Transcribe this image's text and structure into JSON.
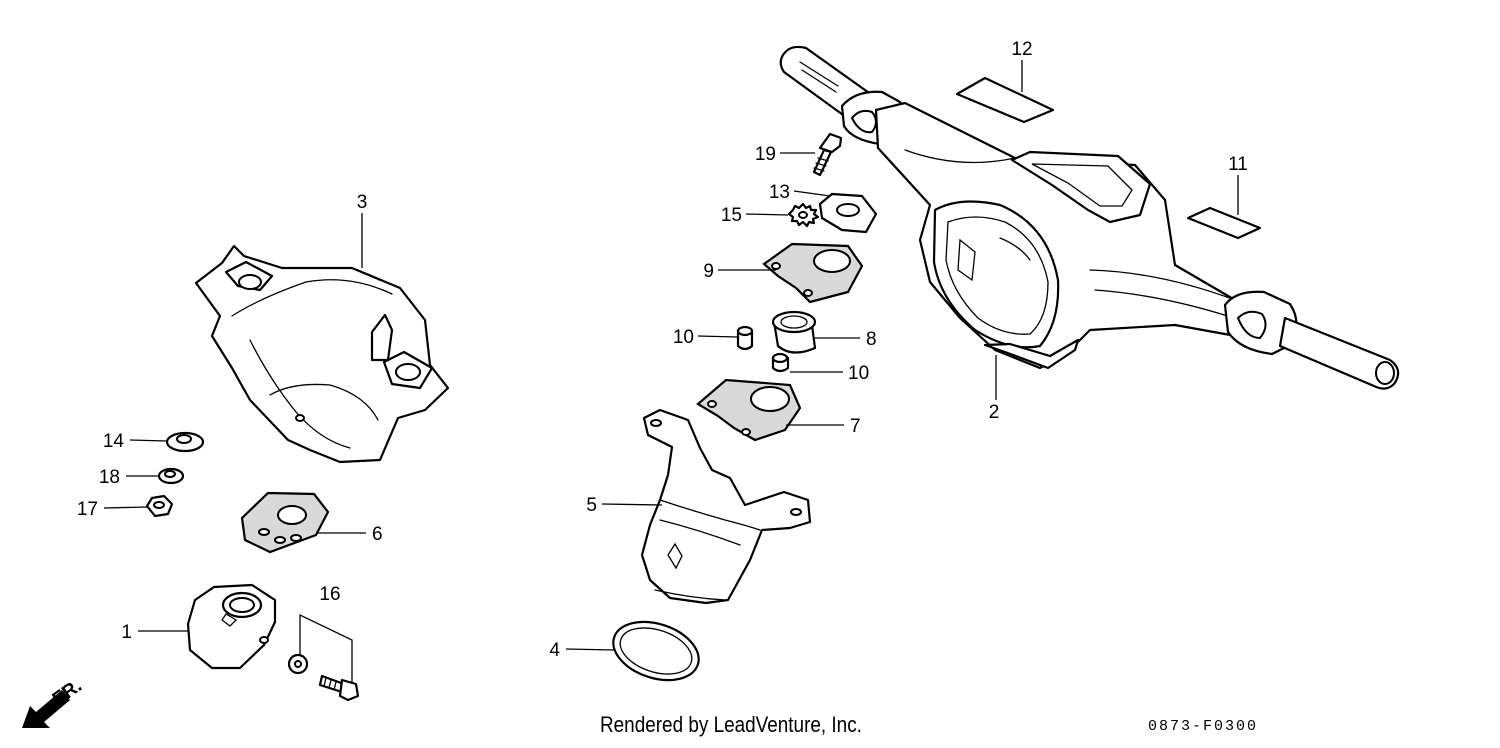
{
  "footer": {
    "credit": "Rendered by LeadVenture, Inc.",
    "diagram_code": "0873-F0300"
  },
  "orientation": {
    "label": "FR."
  },
  "callouts": {
    "c1": "1",
    "c2": "2",
    "c3": "3",
    "c4": "4",
    "c5": "5",
    "c6": "6",
    "c7": "7",
    "c8": "8",
    "c9": "9",
    "c10a": "10",
    "c10b": "10",
    "c11": "11",
    "c12": "12",
    "c13": "13",
    "c14": "14",
    "c15": "15",
    "c16": "16",
    "c17": "17",
    "c18": "18",
    "c19": "19"
  }
}
